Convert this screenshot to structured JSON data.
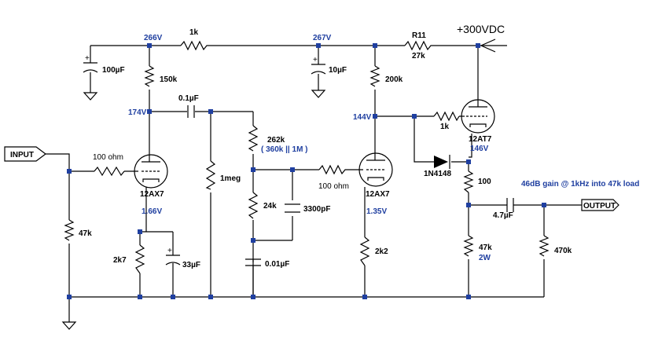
{
  "supply": {
    "label": "+300VDC"
  },
  "ports": {
    "input": "INPUT",
    "output": "OUTPUT"
  },
  "voltages": {
    "v266": "266V",
    "v267": "267V",
    "v174": "174V",
    "v144": "144V",
    "v166": "1.66V",
    "v135": "1.35V",
    "v146": "146V"
  },
  "components": {
    "r_1k_top": "1k",
    "r11_name": "R11",
    "r11_value": "27k",
    "c_100u": "100µF",
    "c_10u": "10µF",
    "r_150k": "150k",
    "r_200k": "200k",
    "c_01u": "0.1µF",
    "r_262k": "262k",
    "r_262k_note": "( 360k || 1M )",
    "r_1meg": "1meg",
    "r_100ohm_in": "100 ohm",
    "r_100ohm_2": "100 ohm",
    "r_47k_in": "47k",
    "tube1": "12AX7",
    "tube2": "12AX7",
    "tube3": "12AT7",
    "r_2k7": "2k7",
    "c_33u": "33µF",
    "r_24k": "24k",
    "c_3300p": "3300pF",
    "c_001u": "0.01µF",
    "r_2k2": "2k2",
    "r_1k_grid": "1k",
    "diode": "1N4148",
    "r_100": "100",
    "c_47u": "4.7µF",
    "r_47k_out": "47k",
    "r_47k_out_power": "2W",
    "r_470k": "470k"
  },
  "annotation": "46dB gain @ 1kHz into 47k load"
}
